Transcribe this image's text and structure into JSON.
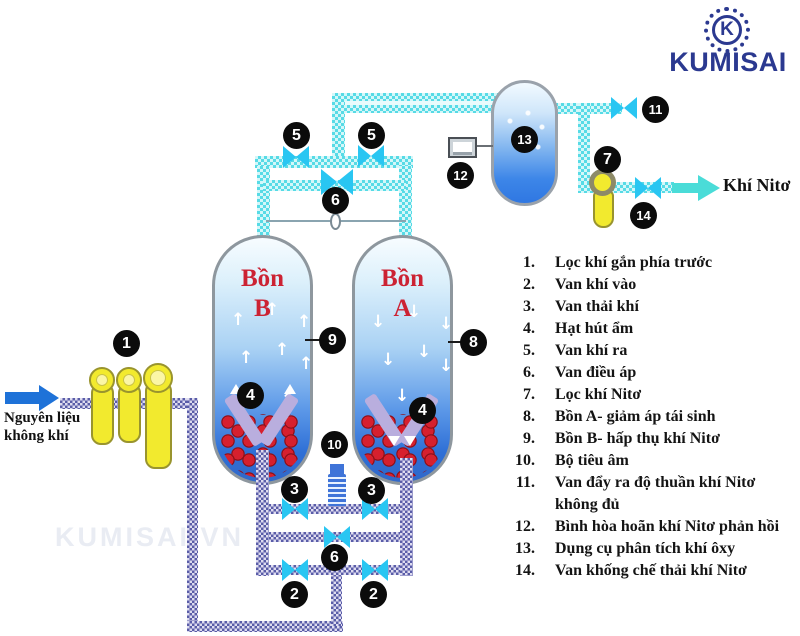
{
  "logo": {
    "emblem_letter": "K",
    "brand": "KUMISAI"
  },
  "watermark": "KUMISAI.VN",
  "inlet": {
    "line1": "Nguyên liệu",
    "line2": "không khí"
  },
  "outlet": {
    "label": "Khí Nitơ"
  },
  "tanks": {
    "b": {
      "name": "Bồn",
      "letter": "B"
    },
    "a": {
      "name": "Bồn",
      "letter": "A"
    }
  },
  "icons": {
    "up_arrow": "↑",
    "down_arrow": "↓"
  },
  "badges": {
    "b1": "1",
    "b2l": "2",
    "b2r": "2",
    "b3l": "3",
    "b3r": "3",
    "b4b": "4",
    "b4a": "4",
    "b5l": "5",
    "b5r": "5",
    "b6t": "6",
    "b6b": "6",
    "b7": "7",
    "b8": "8",
    "b9": "9",
    "b10": "10",
    "b11": "11",
    "b12": "12",
    "b13": "13",
    "b14": "14"
  },
  "legend": {
    "items": [
      {
        "n": "1.",
        "text": "Lọc khí gắn phía trước"
      },
      {
        "n": "2.",
        "text": "Van khí vào"
      },
      {
        "n": "3.",
        "text": "Van thải khí"
      },
      {
        "n": "4.",
        "text": "Hạt hút ẩm"
      },
      {
        "n": "5.",
        "text": "Van khí ra"
      },
      {
        "n": "6.",
        "text": "Van điều áp"
      },
      {
        "n": "7.",
        "text": "Lọc khí Nitơ"
      },
      {
        "n": "8.",
        "text": "Bồn A- giảm áp tái sinh"
      },
      {
        "n": "9.",
        "text": "Bồn B- hấp thụ khí Nitơ"
      },
      {
        "n": "10.",
        "text": "Bộ tiêu âm"
      },
      {
        "n": "11.",
        "text": "Van đẩy ra độ thuần khí Nitơ không đủ"
      },
      {
        "n": "12.",
        "text": "Bình hòa hoãn khí Nitơ phản hồi"
      },
      {
        "n": "13.",
        "text": "Dụng cụ phân tích khí ôxy"
      },
      {
        "n": "14.",
        "text": "Van khống chế thải khí Nitơ"
      }
    ]
  },
  "colors": {
    "navy": "#2b3990",
    "pipe_cyan": "#57dbe6",
    "pipe_cyan_light": "#d4f7f9",
    "pipe_purple": "#5a5da8",
    "pipe_purple_light": "#dedcf0",
    "valve_cyan": "#29c6f2",
    "label_red": "#cc2233",
    "bead_red": "#d6202e",
    "filter_yellow": "#f2ea2e",
    "inlet_arrow_blue": "#1e72d8",
    "outlet_arrow_cyan": "#4adcd8"
  }
}
